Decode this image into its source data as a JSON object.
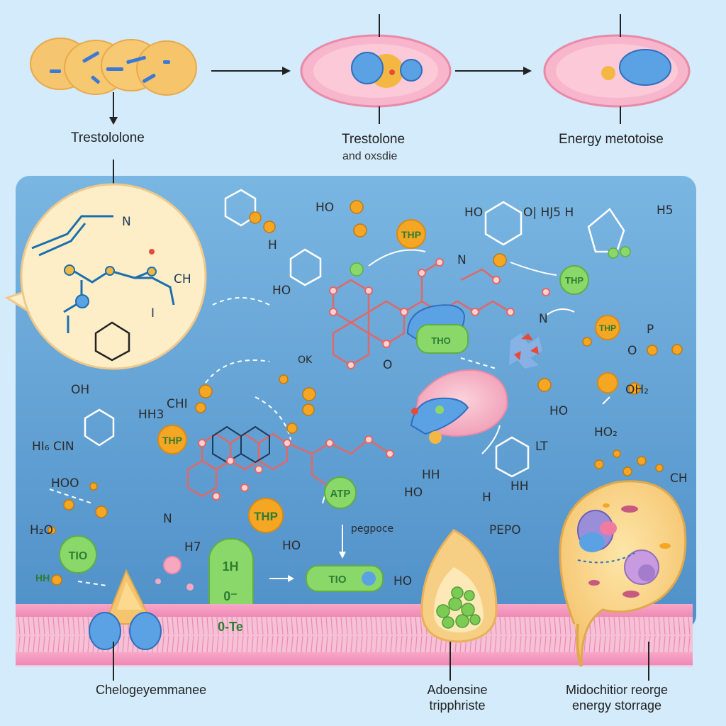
{
  "top_panel": {
    "step1_label": "Trestololone",
    "step2_label": "Trestolone",
    "step2_sublabel": "and oxsdie",
    "step3_label": "Energy metotoise"
  },
  "bottom_labels": {
    "left": "Chelogeyemmanee",
    "middle_line1": "Adoensine",
    "middle_line2": "tripphriste",
    "right_line1": "Midochitior reorge",
    "right_line2": "energy storrage"
  },
  "molecule_text": {
    "n_top": "N",
    "ch_bubble": "CH",
    "i_bubble": "I",
    "ho_1": "HO",
    "o_1": "O",
    "h_1": "H",
    "ho2_top": "HO",
    "o_h_right": "O| HJ5 H",
    "h5_right": "H5",
    "n_mid": "N",
    "ho_left": "HO",
    "oh_left": "OH",
    "hh3": "HH3",
    "hh6_cin": "HI₆ CIN",
    "chi": "CHI",
    "o_ho": "HOO",
    "h_ho": "H₂O",
    "ho_o": "HO",
    "n_lower": "N",
    "hh_o": "HH",
    "h7": "H7",
    "ho_mid": "HO",
    "h_lower": "H",
    "hh_lower": "HH",
    "lt": "LT",
    "n_right": "N",
    "ho_lower_right": "HO",
    "p_o": "P",
    "o_small": "O",
    "oh_right": "OH₂",
    "ho_right2": "HO₂",
    "ch_right": "CH",
    "debris_1": "pegpoce",
    "debris_2": "PEPO",
    "debris_3": "HO",
    "ok_small": "OK"
  },
  "badges": {
    "thp_1": "THP",
    "thp_2": "THP",
    "thp_3": "THP",
    "thp_4": "THP",
    "thp_5": "THP",
    "atp": "ATP",
    "tio": "TIO",
    "tio_pill": "TIO",
    "lambda_pill_1": "1H",
    "lambda_pill_2": "0⁻",
    "lambda_pill_3": "0-Te",
    "enzyme_text": "THO",
    "hh_tag": "HH"
  },
  "colors": {
    "background": "#d3ebfa",
    "panel": "#5b9bd0",
    "membrane": "#f39ac0",
    "yellow_cell": "#f5c77a",
    "pink_cell": "#f7b3c8",
    "blue_blob": "#5aa2e4",
    "green": "#8bd86a",
    "orange": "#f5a623"
  }
}
